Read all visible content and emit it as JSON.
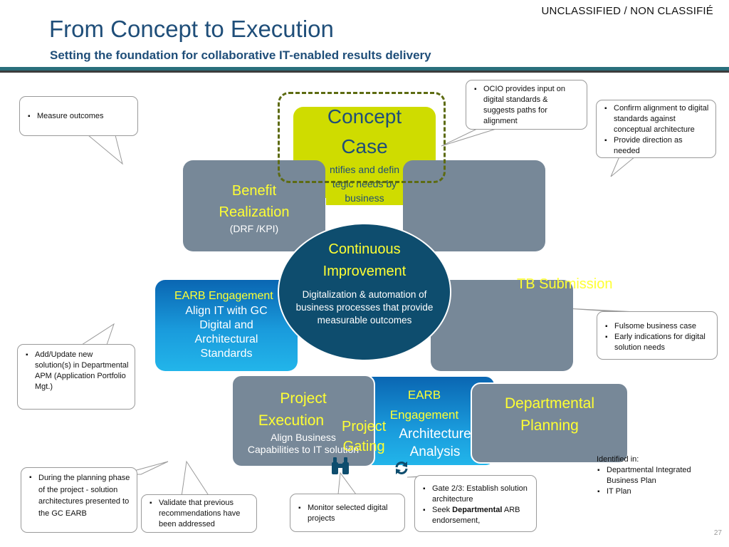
{
  "header": {
    "classification": "UNCLASSIFIED / NON CLASSIFIÉ",
    "title": "From Concept to Execution",
    "subtitle": "Setting the foundation for collaborative IT-enabled results delivery"
  },
  "diagram": {
    "concept_case": {
      "title_line1": "Concept",
      "title_line2": "Case",
      "desc_line1": "ntifies and defin",
      "desc_line2": "tegic needs by",
      "desc_line3": "business"
    },
    "benefit_realization": {
      "title_line1": "Benefit",
      "title_line2": "Realization",
      "subtitle": "(DRF /KPI)"
    },
    "continuous_improvement": {
      "title_line1": "Continuous",
      "title_line2": "Improvement",
      "desc_line1": "Digitalization & automation of",
      "desc_line2": "business processes that provide",
      "desc_line3": "measurable outcomes"
    },
    "earb_engagement_standards": {
      "title": "EARB Engagement",
      "desc_line1": "Align IT with GC",
      "desc_line2": "Digital and",
      "desc_line3": "Architectural",
      "desc_line4": "Standards"
    },
    "tb_submission": {
      "title": "TB Submission"
    },
    "project_execution": {
      "title_line1": "Project",
      "title_line2": "Execution",
      "desc_line1": "Align Business",
      "desc_line2": "Capabilities to IT solution"
    },
    "project_gating": {
      "title_line1": "Project",
      "title_line2": "Gating"
    },
    "earb_engagement_analysis": {
      "title_line1": "EARB",
      "title_line2": "Engagement",
      "desc_line1": "Architecture",
      "desc_line2": "Analysis"
    },
    "departmental_planning": {
      "title_line1": "Departmental",
      "title_line2": "Planning"
    }
  },
  "callouts": {
    "measure": [
      "Measure outcomes"
    ],
    "ocio": [
      "OCIO provides input on digital standards & suggests paths for alignment"
    ],
    "confirm": [
      "Confirm alignment to digital standards against conceptual architecture",
      "Provide direction as needed"
    ],
    "fulsome": [
      "Fulsome business case",
      "Early indications for digital solution needs"
    ],
    "apm": [
      "Add/Update new solution(s) in Departmental APM (Application Portfolio Mgt.)"
    ],
    "identified": {
      "heading": "Identified in:",
      "items": [
        "Departmental Integrated Business Plan",
        "IT Plan"
      ]
    },
    "planning_phase": [
      "During the planning phase of the project - solution architectures presented to the GC EARB"
    ],
    "validate": [
      "Validate that previous recommendations have been addressed"
    ],
    "monitor": [
      "Monitor selected digital projects"
    ],
    "gate": {
      "item1": "Gate 2/3: Establish solution architecture",
      "item2_prefix": "Seek ",
      "item2_bold": "Departmental",
      "item2_suffix": " ARB endorsement,"
    }
  },
  "colors": {
    "title_blue": "#1f4e79",
    "tile_grey": "#778898",
    "concept_green": "#cfdc00",
    "circle_navy": "#0e4d6e",
    "label_yellow": "#ffff33",
    "dashed_olive": "#5d6b12"
  },
  "icons": {
    "gating": "binoculars-icon",
    "analysis": "refresh-icon"
  },
  "page_number": "27"
}
